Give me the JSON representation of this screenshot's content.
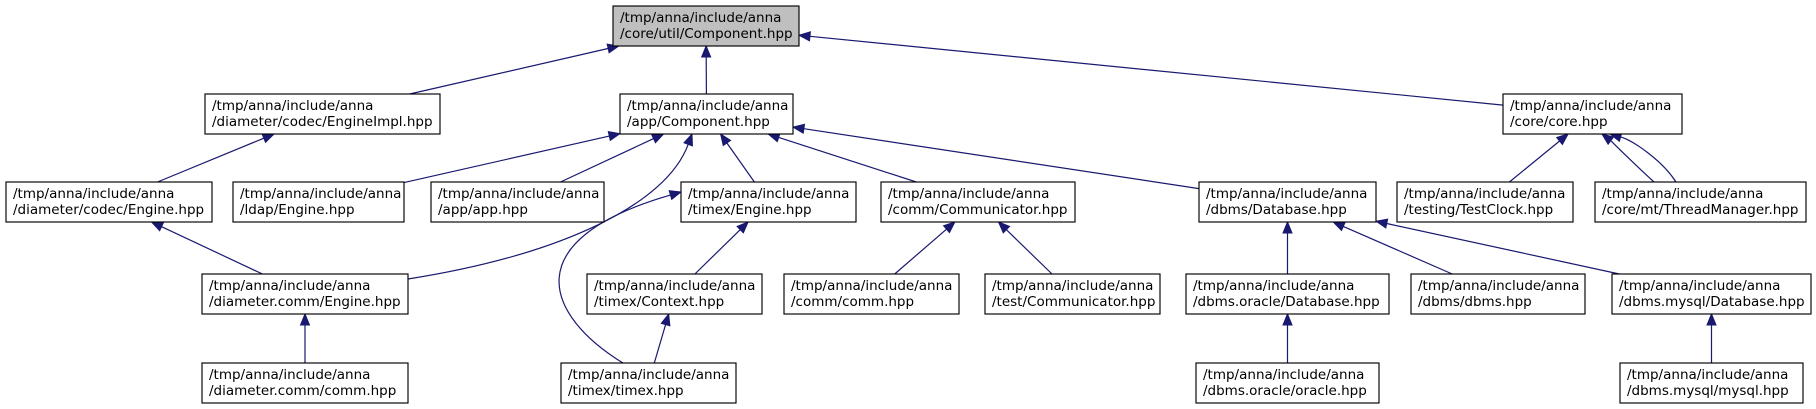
{
  "diagram": {
    "nodes": [
      {
        "id": "n0",
        "line1": "/tmp/anna/include/anna",
        "line2": "/core/util/Component.hpp",
        "root": true
      },
      {
        "id": "n1",
        "line1": "/tmp/anna/include/anna",
        "line2": "/diameter/codec/EngineImpl.hpp"
      },
      {
        "id": "n2",
        "line1": "/tmp/anna/include/anna",
        "line2": "/app/Component.hpp"
      },
      {
        "id": "n3",
        "line1": "/tmp/anna/include/anna",
        "line2": "/core/core.hpp"
      },
      {
        "id": "n4",
        "line1": "/tmp/anna/include/anna",
        "line2": "/diameter/codec/Engine.hpp"
      },
      {
        "id": "n5",
        "line1": "/tmp/anna/include/anna",
        "line2": "/ldap/Engine.hpp"
      },
      {
        "id": "n6",
        "line1": "/tmp/anna/include/anna",
        "line2": "/app/app.hpp"
      },
      {
        "id": "n7",
        "line1": "/tmp/anna/include/anna",
        "line2": "/timex/Engine.hpp"
      },
      {
        "id": "n8",
        "line1": "/tmp/anna/include/anna",
        "line2": "/comm/Communicator.hpp"
      },
      {
        "id": "n9",
        "line1": "/tmp/anna/include/anna",
        "line2": "/dbms/Database.hpp"
      },
      {
        "id": "n10",
        "line1": "/tmp/anna/include/anna",
        "line2": "/testing/TestClock.hpp"
      },
      {
        "id": "n11",
        "line1": "/tmp/anna/include/anna",
        "line2": "/core/mt/ThreadManager.hpp"
      },
      {
        "id": "n12",
        "line1": "/tmp/anna/include/anna",
        "line2": "/diameter.comm/Engine.hpp"
      },
      {
        "id": "n13",
        "line1": "/tmp/anna/include/anna",
        "line2": "/timex/Context.hpp"
      },
      {
        "id": "n14",
        "line1": "/tmp/anna/include/anna",
        "line2": "/comm/comm.hpp"
      },
      {
        "id": "n15",
        "line1": "/tmp/anna/include/anna",
        "line2": "/test/Communicator.hpp"
      },
      {
        "id": "n16",
        "line1": "/tmp/anna/include/anna",
        "line2": "/dbms.oracle/Database.hpp"
      },
      {
        "id": "n17",
        "line1": "/tmp/anna/include/anna",
        "line2": "/dbms/dbms.hpp"
      },
      {
        "id": "n18",
        "line1": "/tmp/anna/include/anna",
        "line2": "/dbms.mysql/Database.hpp"
      },
      {
        "id": "n19",
        "line1": "/tmp/anna/include/anna",
        "line2": "/diameter.comm/comm.hpp"
      },
      {
        "id": "n20",
        "line1": "/tmp/anna/include/anna",
        "line2": "/timex/timex.hpp"
      },
      {
        "id": "n21",
        "line1": "/tmp/anna/include/anna",
        "line2": "/dbms.oracle/oracle.hpp"
      },
      {
        "id": "n22",
        "line1": "/tmp/anna/include/anna",
        "line2": "/dbms.mysql/mysql.hpp"
      }
    ],
    "edges": [
      {
        "from": "n1",
        "to": "n0"
      },
      {
        "from": "n2",
        "to": "n0"
      },
      {
        "from": "n3",
        "to": "n0"
      },
      {
        "from": "n4",
        "to": "n1"
      },
      {
        "from": "n5",
        "to": "n2"
      },
      {
        "from": "n6",
        "to": "n2"
      },
      {
        "from": "n12",
        "to": "n2"
      },
      {
        "from": "n7",
        "to": "n2"
      },
      {
        "from": "n8",
        "to": "n2"
      },
      {
        "from": "n9",
        "to": "n2"
      },
      {
        "from": "n10",
        "to": "n3"
      },
      {
        "from": "n11",
        "to": "n3"
      },
      {
        "from": "n3",
        "to": "n11"
      },
      {
        "from": "n12",
        "to": "n4"
      },
      {
        "from": "n19",
        "to": "n12"
      },
      {
        "from": "n13",
        "to": "n7"
      },
      {
        "from": "n20",
        "to": "n7"
      },
      {
        "from": "n20",
        "to": "n13"
      },
      {
        "from": "n14",
        "to": "n8"
      },
      {
        "from": "n15",
        "to": "n8"
      },
      {
        "from": "n16",
        "to": "n9"
      },
      {
        "from": "n17",
        "to": "n9"
      },
      {
        "from": "n18",
        "to": "n9"
      },
      {
        "from": "n21",
        "to": "n16"
      },
      {
        "from": "n22",
        "to": "n18"
      }
    ],
    "colors": {
      "edge": "#191970",
      "root_fill": "#bfbfbf",
      "node_fill": "#ffffff",
      "node_stroke": "#000000"
    }
  }
}
